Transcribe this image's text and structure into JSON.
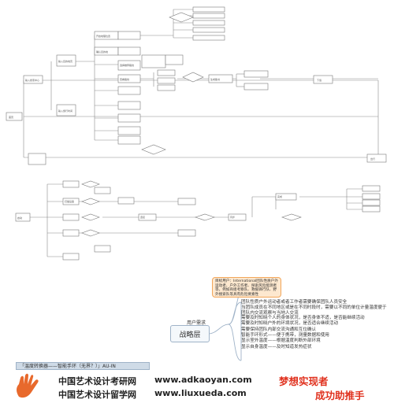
{
  "flowchart_top": {
    "nodes": [
      {
        "id": "start",
        "label": "首页"
      },
      {
        "id": "a1",
        "label": "输入搜索中心"
      },
      {
        "id": "a2",
        "label": "输入目的地页"
      },
      {
        "id": "a3",
        "label": "输入旅行时间"
      },
      {
        "id": "b1",
        "label": "开启地理位置"
      },
      {
        "id": "b2",
        "label": "确认目的地"
      },
      {
        "id": "b3",
        "label": "选择推荐路线"
      },
      {
        "id": "b4",
        "label": "查看路线"
      },
      {
        "id": "c1",
        "label": "生成路书"
      },
      {
        "id": "c2",
        "label": "下载"
      },
      {
        "id": "end",
        "label": "出行"
      }
    ]
  },
  "flowchart_mid": {
    "nodes": [
      {
        "id": "m1",
        "label": "启动"
      },
      {
        "id": "m2",
        "label": "扫描设备"
      },
      {
        "id": "m3",
        "label": "连接"
      },
      {
        "id": "m4",
        "label": "同步"
      },
      {
        "id": "m5",
        "label": "完成"
      }
    ]
  },
  "mindmap": {
    "strategy_label": "战略层",
    "user_need_label": "用户需求",
    "callout_text": "目标用户：International团队性质户外运动者、户外工作者、探索风险能测者等，例如商组考察队、救援驿行队、野外搜索队等具有危险要素性",
    "requirements": [
      "团队性质户外运动者或者工作者需要确保团队人员安全",
      "当团队成员在不同地区或是在不同时段时，需要以不同的单位计量温度便于团队内交流观察与当地人交流",
      "需要及时知晓个人的身体状况，是否身体不适，是否能继续活动",
      "需要及时知晓户外的环境状况，是否适合继续活动",
      "需要保持团队内部交流沟通和互位确认",
      "智能手环形式——便于携带，测量数据和使用",
      "显示室外温度——根据温度判断外部环境",
      "显示自身温度——及时知道发热症状"
    ],
    "title_bar": "「温度转换器——智能手环（无界？）」AU-IN"
  },
  "footer": {
    "line1": "中国艺术设计考研网",
    "line1_url": "www.adkaoyan.com",
    "line2": "中国艺术设计留学网",
    "line2_url": "www.liuxueda.com",
    "slogan1": "梦想实现者",
    "slogan2": "成功助推手"
  },
  "colors": {
    "line": "#8a8a8a",
    "box_border": "#7a7a7a",
    "callout_bg": "#fde8cf",
    "callout_border": "#f2a65a",
    "brand_orange": "#e8692c",
    "brand_red": "#e0311e"
  }
}
